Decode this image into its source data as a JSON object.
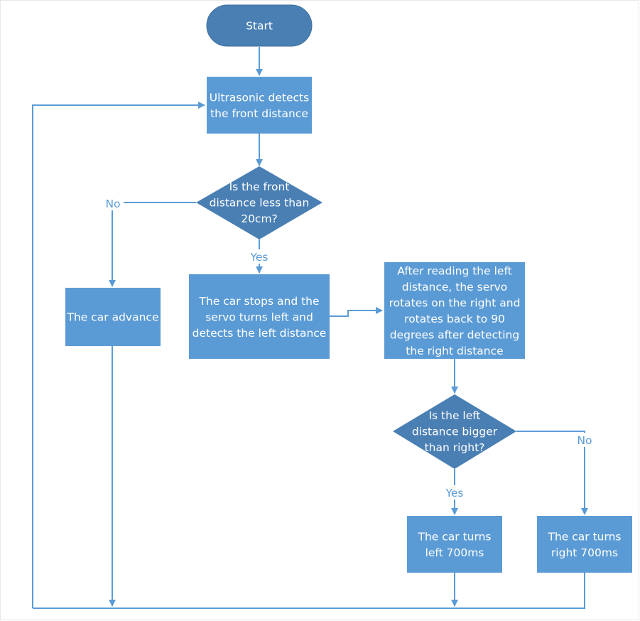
{
  "colors": {
    "process_fill": "#5b9bd5",
    "decision_fill": "#4a7fb4",
    "connector": "#5b9bd5",
    "text": "#ffffff"
  },
  "nodes": {
    "start": {
      "lines": [
        "Start"
      ]
    },
    "detect_front": {
      "lines": [
        "Ultrasonic detects",
        "the front distance"
      ]
    },
    "front_decision": {
      "lines": [
        "Is the front",
        "distance less than",
        "20cm?"
      ]
    },
    "car_advance": {
      "lines": [
        "The car advance"
      ]
    },
    "stop_left": {
      "lines": [
        "The car stops and the",
        "servo turns left and",
        "detects the left distance"
      ]
    },
    "read_right": {
      "lines": [
        "After reading the left",
        "distance, the servo",
        "rotates on the right and",
        "rotates back to 90",
        "degrees after detecting",
        "the right distance"
      ]
    },
    "compare_decision": {
      "lines": [
        "Is the left",
        "distance bigger",
        "than right?"
      ]
    },
    "turn_left": {
      "lines": [
        "The car turns",
        "left 700ms"
      ]
    },
    "turn_right": {
      "lines": [
        "The car turns",
        "right 700ms"
      ]
    }
  },
  "edge_labels": {
    "front_no": "No",
    "front_yes": "Yes",
    "compare_yes": "Yes",
    "compare_no": "No"
  }
}
